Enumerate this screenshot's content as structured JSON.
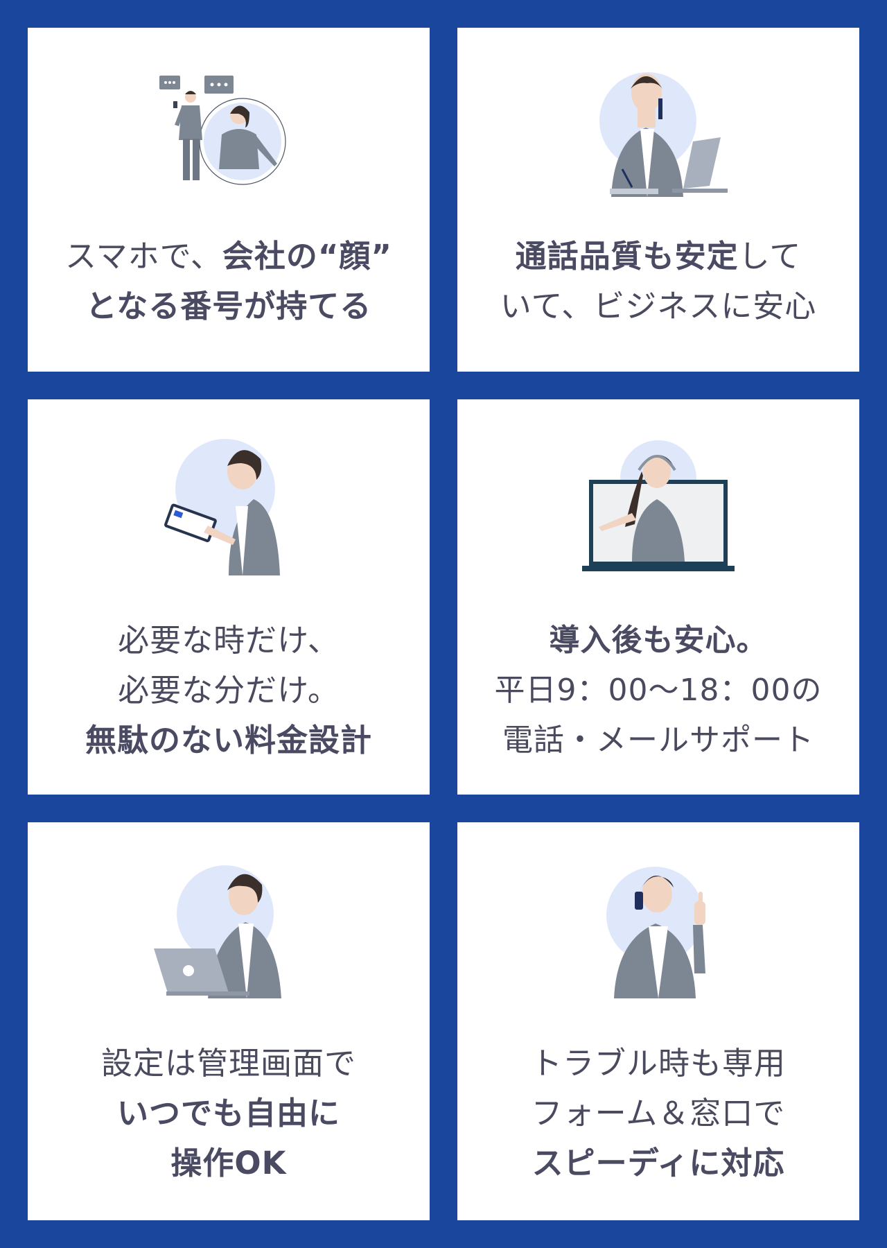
{
  "cards": [
    {
      "icon": "person-and-operator-chat-illustration",
      "lines": [
        {
          "normal": "スマホで、",
          "bold": "会社の“顔”",
          "normal_after": ""
        },
        {
          "normal": "",
          "bold": "となる番号が持てる",
          "normal_after": ""
        }
      ]
    },
    {
      "icon": "businessman-on-phone-with-laptop-illustration",
      "lines": [
        {
          "normal": "",
          "bold": "通話品質も安定",
          "normal_after": "して"
        },
        {
          "normal": "いて、ビジネスに安心",
          "bold": "",
          "normal_after": ""
        }
      ]
    },
    {
      "icon": "man-with-tablet-illustration",
      "lines": [
        {
          "normal": "必要な時だけ、",
          "bold": "",
          "normal_after": ""
        },
        {
          "normal": "必要な分だけ。",
          "bold": "",
          "normal_after": ""
        },
        {
          "normal": "",
          "bold": "無駄のない料金設計",
          "normal_after": ""
        }
      ]
    },
    {
      "icon": "support-operator-on-screen-illustration",
      "lines": [
        {
          "normal": "",
          "bold": "導入後も安心。",
          "normal_after": ""
        },
        {
          "normal": "平日9：00〜18：00の",
          "bold": "",
          "normal_after": ""
        },
        {
          "normal": "電話・メールサポート",
          "bold": "",
          "normal_after": ""
        }
      ]
    },
    {
      "icon": "man-at-laptop-illustration",
      "lines": [
        {
          "normal": "設定は管理画面で",
          "bold": "",
          "normal_after": ""
        },
        {
          "normal": "",
          "bold": "いつでも自由に",
          "normal_after": ""
        },
        {
          "normal": "",
          "bold": "操作OK",
          "normal_after": ""
        }
      ]
    },
    {
      "icon": "man-on-phone-thumbs-up-illustration",
      "lines": [
        {
          "normal": "トラブル時も専用",
          "bold": "",
          "normal_after": ""
        },
        {
          "normal": "フォーム＆窓口で",
          "bold": "",
          "normal_after": ""
        },
        {
          "normal": "",
          "bold": "スピーディに対応",
          "normal_after": ""
        }
      ]
    }
  ],
  "colors": {
    "background": "#1a479d",
    "card": "#ffffff",
    "text": "#4a4a5e",
    "accent_circle": "#dfe8fb",
    "suit": "#7d8794",
    "skin": "#f1d5c2",
    "hair": "#3b2f2c"
  }
}
